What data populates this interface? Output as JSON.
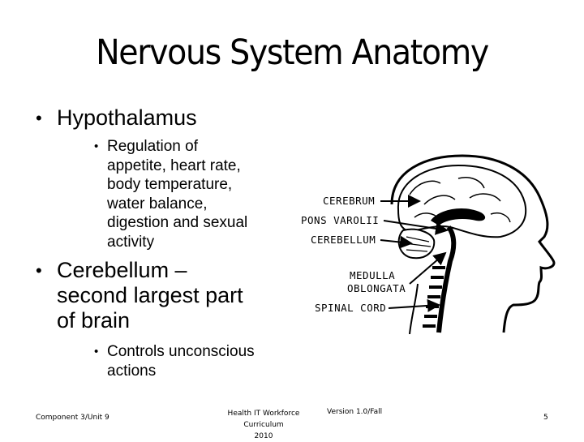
{
  "slide": {
    "title": "Nervous System Anatomy",
    "bullets": [
      {
        "text_lines": [
          "Hypothalamus"
        ],
        "sub_bullets": [
          {
            "text_lines": [
              "Regulation of",
              "appetite, heart rate,",
              "body temperature,",
              "water balance,",
              "digestion and sexual",
              "activity"
            ]
          }
        ]
      },
      {
        "text_lines": [
          "Cerebellum –",
          "second largest part",
          "of brain"
        ],
        "sub_bullets": [
          {
            "text_lines": [
              "Controls unconscious",
              "actions"
            ]
          }
        ]
      }
    ],
    "diagram": {
      "labels": [
        "CEREBRUM",
        "PONS VAROLII",
        "CEREBELLUM",
        "MEDULLA",
        "OBLONGATA",
        "SPINAL CORD"
      ]
    },
    "footer": {
      "left": "Component 3/Unit 9",
      "center_line1": "Health IT Workforce Curriculum",
      "center_line2": "2010",
      "version": "Version 1.0/Fall",
      "page": "5"
    }
  }
}
